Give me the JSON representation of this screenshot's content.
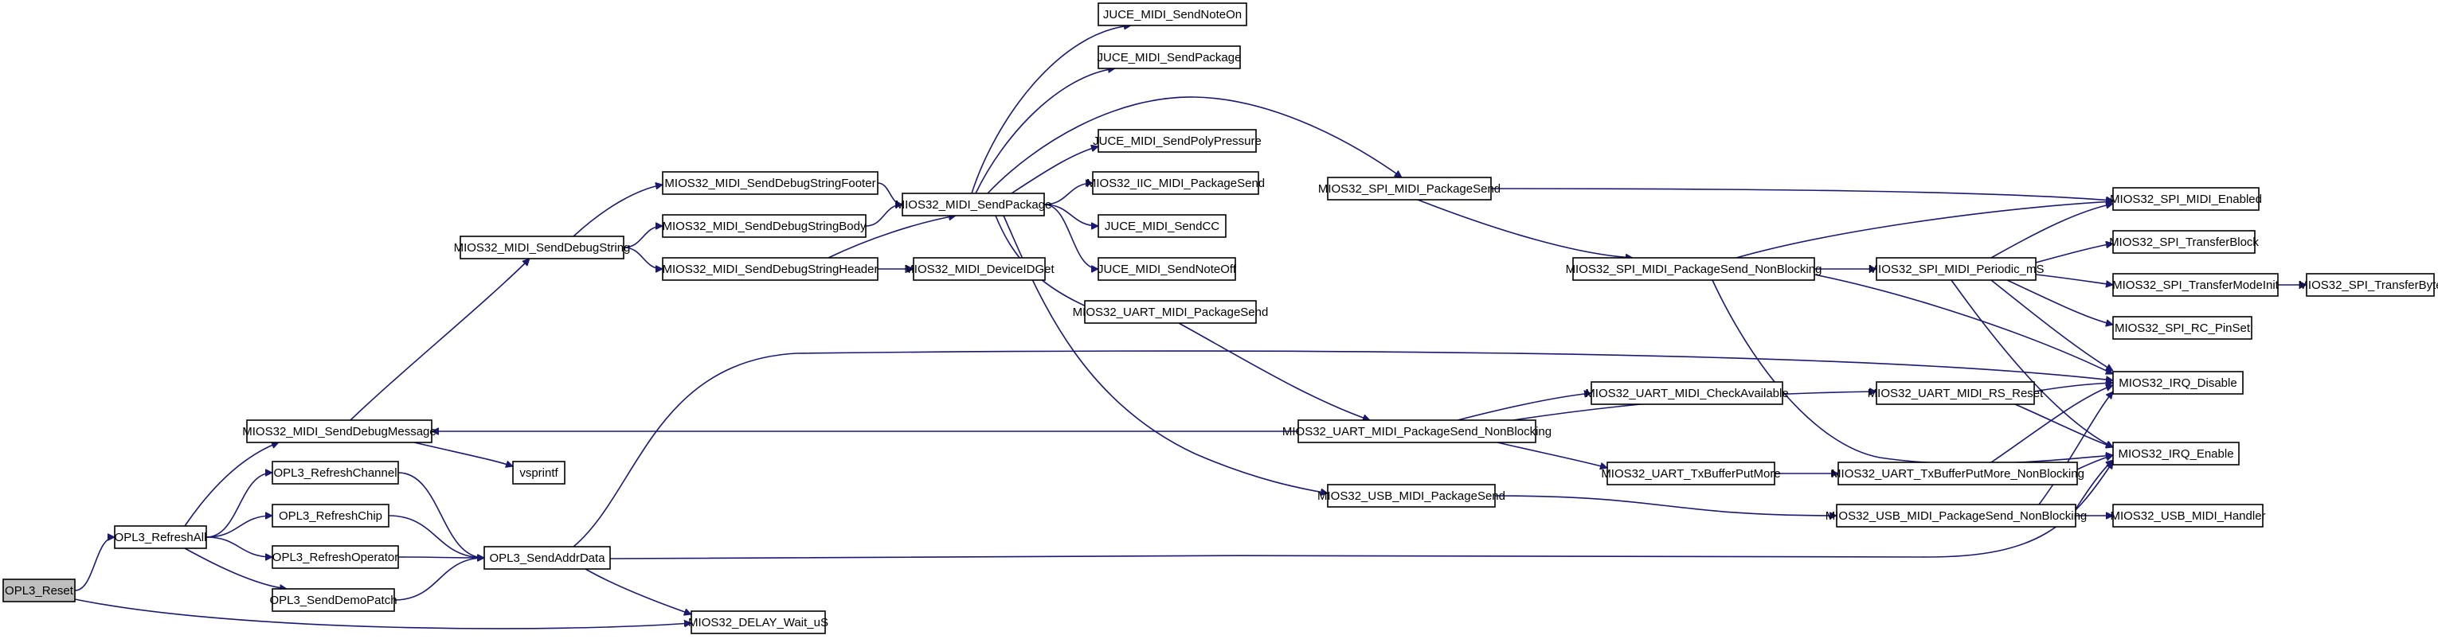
{
  "graph": {
    "title": "",
    "root": "OPL3_Reset",
    "nodes": [
      {
        "id": "n0",
        "label": "OPL3_Reset"
      },
      {
        "id": "n1",
        "label": "OPL3_RefreshAll"
      },
      {
        "id": "n2",
        "label": "MIOS32_DELAY_Wait_uS"
      },
      {
        "id": "n3",
        "label": "MIOS32_MIDI_SendDebugMessage"
      },
      {
        "id": "n4",
        "label": "OPL3_RefreshChannel"
      },
      {
        "id": "n5",
        "label": "OPL3_RefreshChip"
      },
      {
        "id": "n6",
        "label": "OPL3_RefreshOperator"
      },
      {
        "id": "n7",
        "label": "OPL3_SendDemoPatch"
      },
      {
        "id": "n8",
        "label": "MIOS32_MIDI_SendDebugString"
      },
      {
        "id": "n9",
        "label": "vsprintf"
      },
      {
        "id": "n10",
        "label": "OPL3_SendAddrData"
      },
      {
        "id": "n11",
        "label": "MIOS32_MIDI_SendDebugStringFooter"
      },
      {
        "id": "n12",
        "label": "MIOS32_MIDI_SendDebugStringBody"
      },
      {
        "id": "n13",
        "label": "MIOS32_MIDI_SendDebugStringHeader"
      },
      {
        "id": "n14",
        "label": "MIOS32_MIDI_SendPackage"
      },
      {
        "id": "n15",
        "label": "MIOS32_MIDI_DeviceIDGet"
      },
      {
        "id": "n16",
        "label": "JUCE_MIDI_SendNoteOn"
      },
      {
        "id": "n17",
        "label": "JUCE_MIDI_SendPackage"
      },
      {
        "id": "n18",
        "label": "JUCE_MIDI_SendPolyPressure"
      },
      {
        "id": "n19",
        "label": "MIOS32_IIC_MIDI_PackageSend"
      },
      {
        "id": "n20",
        "label": "JUCE_MIDI_SendCC"
      },
      {
        "id": "n21",
        "label": "JUCE_MIDI_SendNoteOff"
      },
      {
        "id": "n22",
        "label": "MIOS32_UART_MIDI_PackageSend"
      },
      {
        "id": "n23",
        "label": "MIOS32_SPI_MIDI_PackageSend"
      },
      {
        "id": "n24",
        "label": "MIOS32_USB_MIDI_PackageSend"
      },
      {
        "id": "n25",
        "label": "MIOS32_UART_MIDI_PackageSend_NonBlocking"
      },
      {
        "id": "n26",
        "label": "MIOS32_SPI_MIDI_PackageSend_NonBlocking"
      },
      {
        "id": "n27",
        "label": "MIOS32_UART_MIDI_CheckAvailable"
      },
      {
        "id": "n28",
        "label": "MIOS32_UART_TxBufferPutMore"
      },
      {
        "id": "n29",
        "label": "MIOS32_SPI_MIDI_Periodic_mS"
      },
      {
        "id": "n30",
        "label": "MIOS32_UART_MIDI_RS_Reset"
      },
      {
        "id": "n31",
        "label": "MIOS32_UART_TxBufferPutMore_NonBlocking"
      },
      {
        "id": "n32",
        "label": "MIOS32_USB_MIDI_PackageSend_NonBlocking"
      },
      {
        "id": "n33",
        "label": "MIOS32_SPI_MIDI_Enabled"
      },
      {
        "id": "n34",
        "label": "MIOS32_SPI_TransferBlock"
      },
      {
        "id": "n35",
        "label": "MIOS32_SPI_TransferModeInit"
      },
      {
        "id": "n36",
        "label": "MIOS32_SPI_RC_PinSet"
      },
      {
        "id": "n37",
        "label": "MIOS32_IRQ_Disable"
      },
      {
        "id": "n38",
        "label": "MIOS32_IRQ_Enable"
      },
      {
        "id": "n39",
        "label": "MIOS32_USB_MIDI_Handler"
      },
      {
        "id": "n40",
        "label": "MIOS32_SPI_TransferByte"
      }
    ],
    "edges": [
      [
        "n0",
        "n1"
      ],
      [
        "n0",
        "n2"
      ],
      [
        "n1",
        "n3"
      ],
      [
        "n1",
        "n4"
      ],
      [
        "n1",
        "n5"
      ],
      [
        "n1",
        "n6"
      ],
      [
        "n1",
        "n7"
      ],
      [
        "n3",
        "n8"
      ],
      [
        "n3",
        "n9"
      ],
      [
        "n4",
        "n10"
      ],
      [
        "n5",
        "n10"
      ],
      [
        "n6",
        "n10"
      ],
      [
        "n7",
        "n10"
      ],
      [
        "n10",
        "n2"
      ],
      [
        "n10",
        "n37"
      ],
      [
        "n10",
        "n38"
      ],
      [
        "n8",
        "n11"
      ],
      [
        "n8",
        "n12"
      ],
      [
        "n8",
        "n13"
      ],
      [
        "n11",
        "n14"
      ],
      [
        "n12",
        "n14"
      ],
      [
        "n13",
        "n14"
      ],
      [
        "n13",
        "n15"
      ],
      [
        "n14",
        "n16"
      ],
      [
        "n14",
        "n17"
      ],
      [
        "n14",
        "n18"
      ],
      [
        "n14",
        "n19"
      ],
      [
        "n14",
        "n20"
      ],
      [
        "n14",
        "n21"
      ],
      [
        "n14",
        "n22"
      ],
      [
        "n14",
        "n23"
      ],
      [
        "n14",
        "n24"
      ],
      [
        "n22",
        "n25"
      ],
      [
        "n25",
        "n3"
      ],
      [
        "n25",
        "n27"
      ],
      [
        "n25",
        "n28"
      ],
      [
        "n25",
        "n30"
      ],
      [
        "n23",
        "n33"
      ],
      [
        "n23",
        "n26"
      ],
      [
        "n26",
        "n29"
      ],
      [
        "n26",
        "n33"
      ],
      [
        "n26",
        "n37"
      ],
      [
        "n26",
        "n38"
      ],
      [
        "n29",
        "n33"
      ],
      [
        "n29",
        "n34"
      ],
      [
        "n29",
        "n35"
      ],
      [
        "n29",
        "n36"
      ],
      [
        "n29",
        "n37"
      ],
      [
        "n29",
        "n38"
      ],
      [
        "n35",
        "n40"
      ],
      [
        "n28",
        "n31"
      ],
      [
        "n31",
        "n37"
      ],
      [
        "n31",
        "n38"
      ],
      [
        "n30",
        "n37"
      ],
      [
        "n30",
        "n38"
      ],
      [
        "n24",
        "n32"
      ],
      [
        "n32",
        "n37"
      ],
      [
        "n32",
        "n38"
      ],
      [
        "n32",
        "n39"
      ]
    ]
  }
}
